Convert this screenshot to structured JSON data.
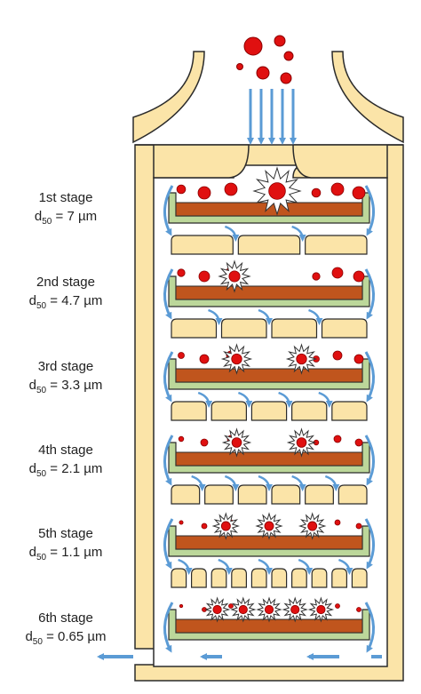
{
  "colors": {
    "housing_fill": "#fbe4a8",
    "housing_stroke": "#2b2b2b",
    "tray_fill": "#bcd79a",
    "deposit_fill": "#c0551d",
    "particle_fill": "#e01010",
    "arrow_color": "#5b9bd5"
  },
  "icons": {
    "particle": "red-circle",
    "impact": "white-starburst",
    "flow": "curved-blue-arrow"
  },
  "stages": [
    {
      "name": "1st stage",
      "d_prefix": "d",
      "d_sub": "50",
      "d_value": " = 7 µm",
      "slots": 2,
      "impacts": 1
    },
    {
      "name": "2nd stage",
      "d_prefix": "d",
      "d_sub": "50",
      "d_value": " = 4.7 µm",
      "slots": 3,
      "impacts": 1
    },
    {
      "name": "3rd stage",
      "d_prefix": "d",
      "d_sub": "50",
      "d_value": " = 3.3 µm",
      "slots": 4,
      "impacts": 2
    },
    {
      "name": "4th stage",
      "d_prefix": "d",
      "d_sub": "50",
      "d_value": " = 2.1 µm",
      "slots": 5,
      "impacts": 2
    },
    {
      "name": "5th stage",
      "d_prefix": "d",
      "d_sub": "50",
      "d_value": " = 1.1 µm",
      "slots": 6,
      "impacts": 3
    },
    {
      "name": "6th stage",
      "d_prefix": "d",
      "d_sub": "50",
      "d_value": " = 0.65 µm",
      "slots": 10,
      "impacts": 5
    }
  ]
}
